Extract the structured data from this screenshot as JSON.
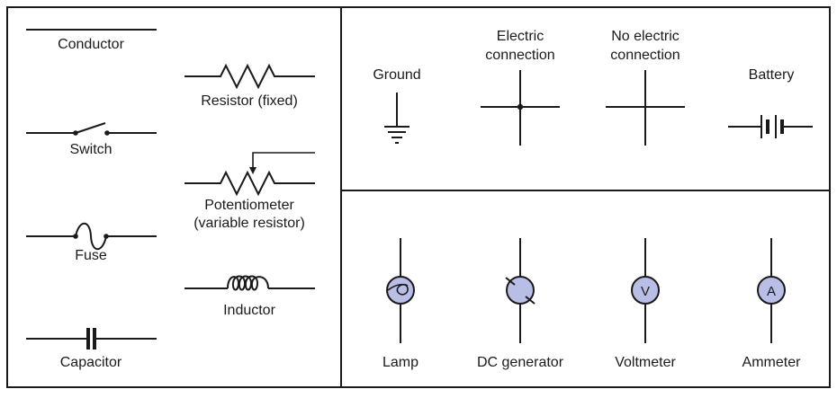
{
  "symbols": {
    "conductor": "Conductor",
    "switch": "Switch",
    "fuse": "Fuse",
    "capacitor": "Capacitor",
    "resistor": "Resistor (fixed)",
    "potentiometer_line1": "Potentiometer",
    "potentiometer_line2": "(variable resistor)",
    "inductor": "Inductor",
    "ground": "Ground",
    "electric_connection_line1": "Electric",
    "electric_connection_line2": "connection",
    "no_electric_connection_line1": "No electric",
    "no_electric_connection_line2": "connection",
    "battery": "Battery",
    "lamp": "Lamp",
    "dc_generator": "DC generator",
    "voltmeter": "Voltmeter",
    "ammeter": "Ammeter",
    "voltmeter_letter": "V",
    "ammeter_letter": "A"
  },
  "colors": {
    "line": "#1a1a1a",
    "meter_fill": "#b9bee6",
    "background": "#ffffff"
  }
}
